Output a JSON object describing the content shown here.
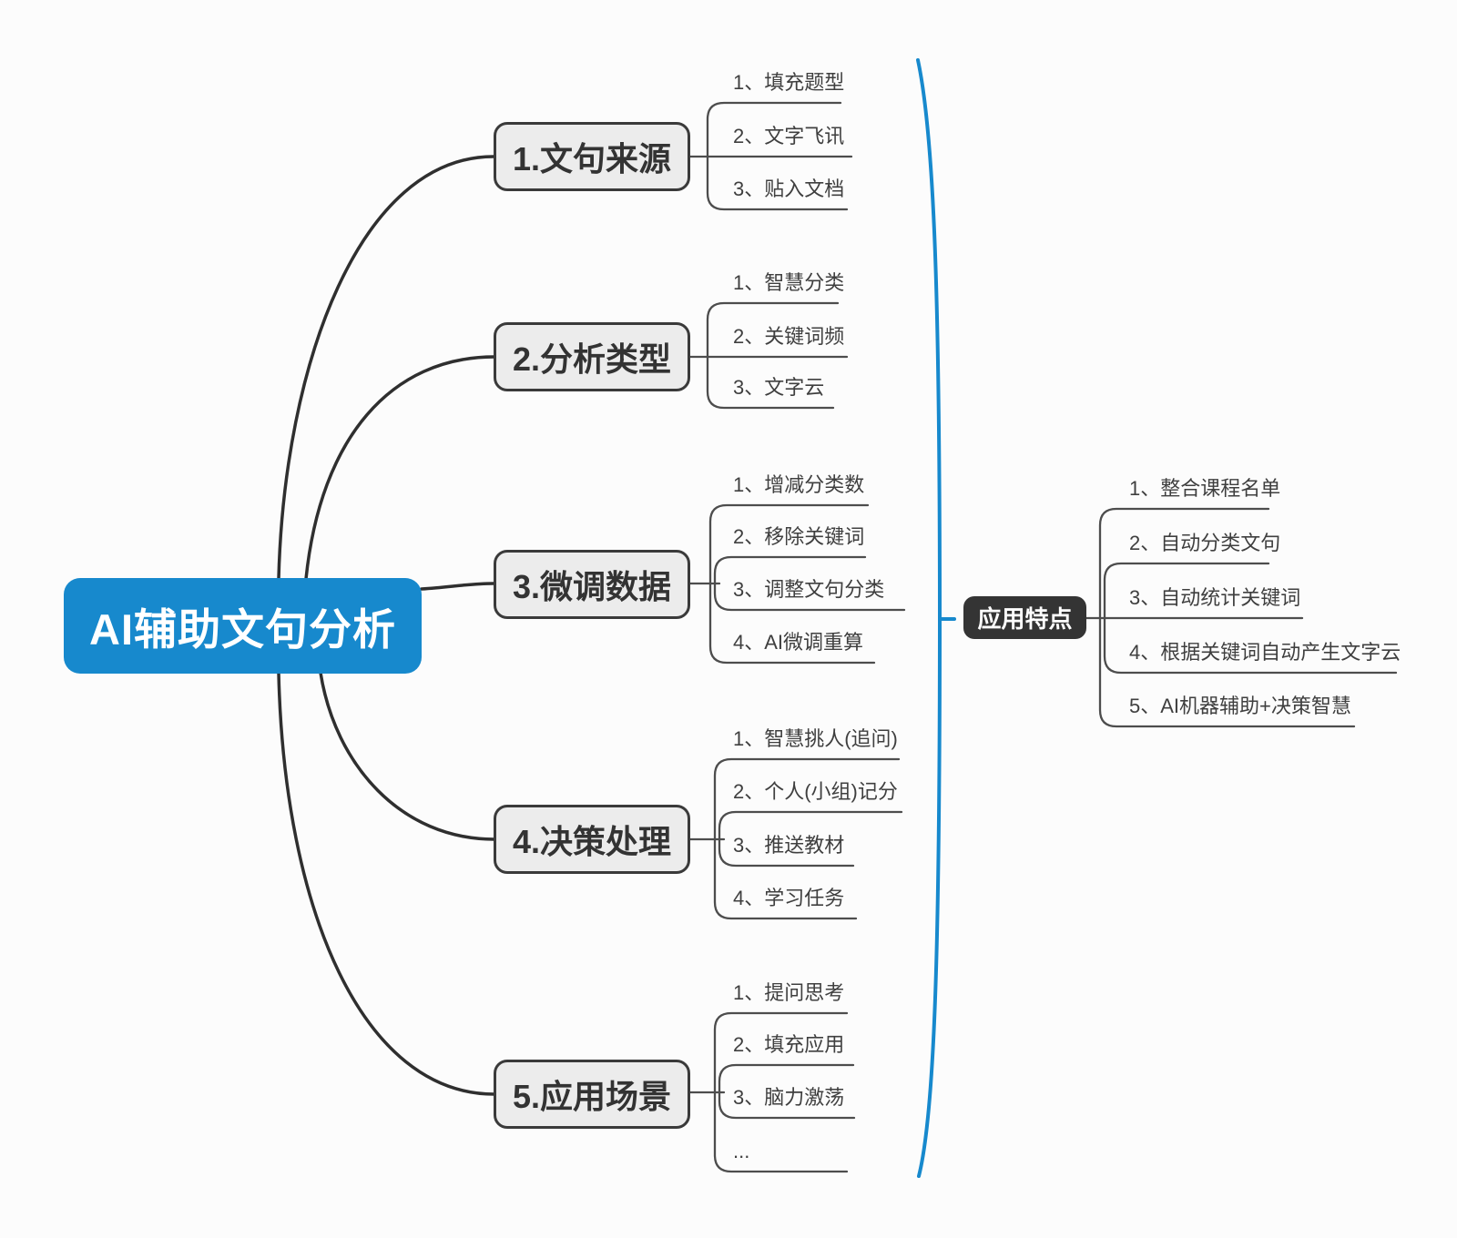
{
  "root": {
    "label": "AI辅助文句分析"
  },
  "branches": [
    {
      "label": "1.文句来源",
      "children": [
        "1、填充题型",
        "2、文字飞讯",
        "3、贴入文档"
      ]
    },
    {
      "label": "2.分析类型",
      "children": [
        "1、智慧分类",
        "2、关键词频",
        "3、文字云"
      ]
    },
    {
      "label": "3.微调数据",
      "children": [
        "1、增减分类数",
        "2、移除关键词",
        "3、调整文句分类",
        "4、AI微调重算"
      ]
    },
    {
      "label": "4.决策处理",
      "children": [
        "1、智慧挑人(追问)",
        "2、个人(小组)记分",
        "3、推送教材",
        "4、学习任务"
      ]
    },
    {
      "label": "5.应用场景",
      "children": [
        "1、提问思考",
        "2、填充应用",
        "3、脑力激荡",
        "..."
      ]
    }
  ],
  "right_branch": {
    "label": "应用特点",
    "children": [
      "1、整合课程名单",
      "2、自动分类文句",
      "3、自动统计关键词",
      "4、根据关键词自动产生文字云",
      "5、AI机器辅助+决策智慧"
    ]
  },
  "colors": {
    "root_bg": "#1789cd",
    "accent_line": "#1789cd",
    "branch_bg": "#ececec",
    "branch_border": "#3a3a3a",
    "dark_node_bg": "#343434",
    "connector_gray": "#4d4d4d",
    "connector_dark": "#2f2f2f",
    "text_dark": "#3f3f3f"
  }
}
